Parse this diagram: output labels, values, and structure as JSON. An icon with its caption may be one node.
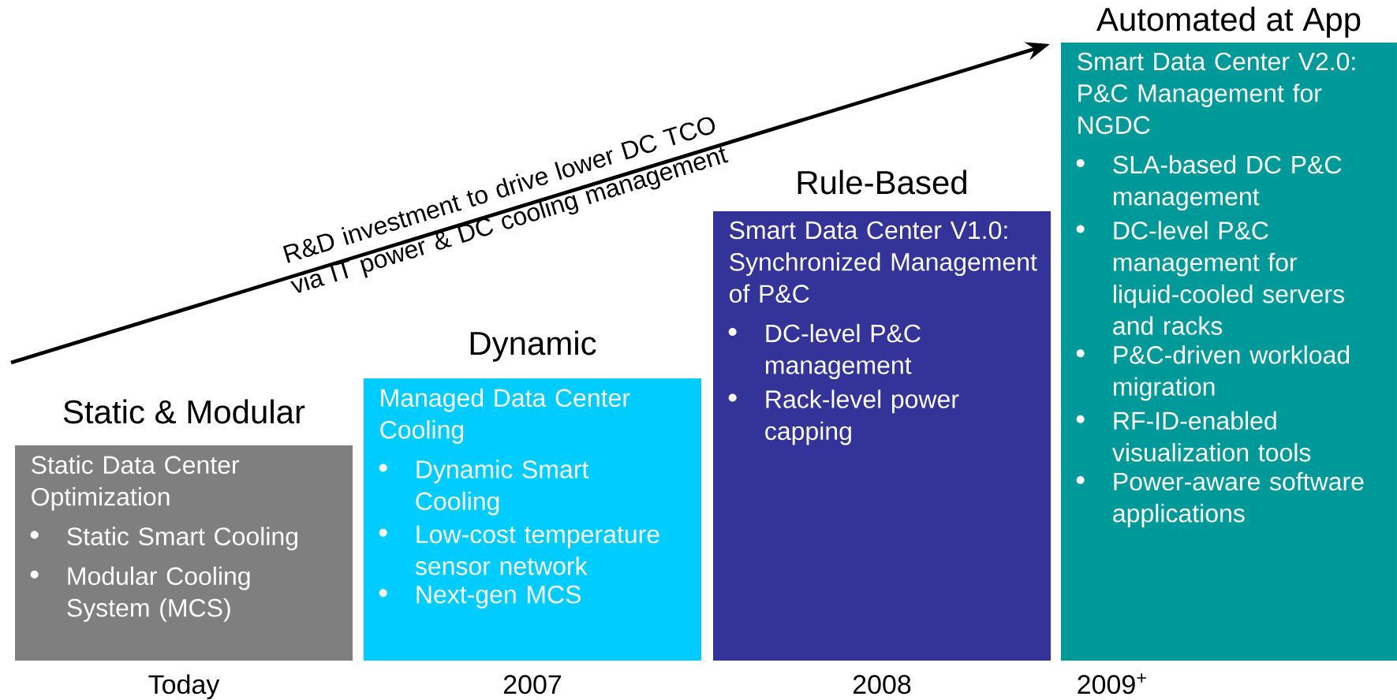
{
  "diagram": {
    "nodes": [
      {
        "text": [
          "Static & Modular",
          "Static Data Center Optimization",
          "Static Smart Cooling",
          "Modular Cooling System (MCS)"
        ],
        "beside": [
          "Today"
        ]
      },
      {
        "text": [
          "Dynamic",
          "Managed Data Center Cooling",
          "Dynamic Smart Cooling",
          "Low-cost temperature sensor network",
          "Next-gen MCS"
        ],
        "beside": [
          "2007"
        ]
      },
      {
        "text": [
          "Rule-Based",
          "Smart Data Center V1.0: Synchronized Management of P&C",
          "DC-level P&C management",
          "Rack-level power capping"
        ],
        "beside": [
          "2008"
        ]
      },
      {
        "text": [
          "Automated at App",
          "Smart Data Center V2.0: P&C Management for NGDC",
          "SLA-based DC P&C management",
          "DC-level P&C management for liquid-cooled servers and racks",
          "P&C-driven workload migration",
          "RF-ID-enabled visualization tools",
          "Power-aware software applications"
        ],
        "beside": [
          "2009$^{+}$"
        ]
      }
    ],
    "edges": [],
    "labels": [
      "R&D investment to drive lower DC TCO via IT power & DC cooling management"
    ]
  }
}
